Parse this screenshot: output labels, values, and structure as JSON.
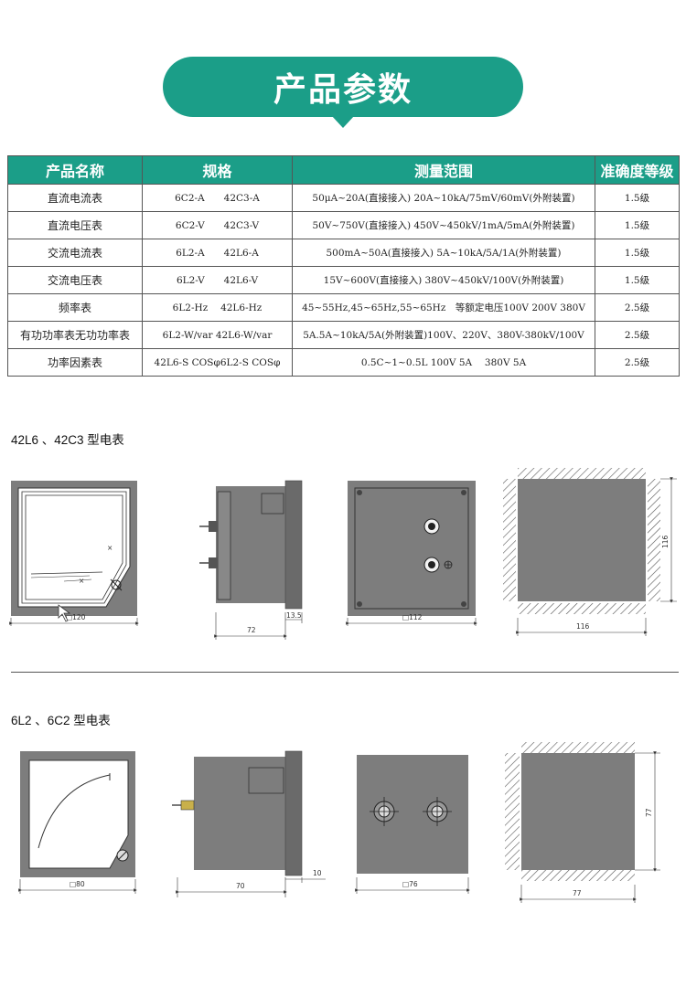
{
  "banner": {
    "title": "产品参数"
  },
  "table": {
    "headers": [
      "产品名称",
      "规格",
      "测量范围",
      "准确度等级"
    ],
    "rows": [
      [
        "直流电流表",
        "6C2-A　　42C3-A",
        "50μA~20A(直接接入) 20A~10kA/75mV/60mV(外附装置)",
        "1.5级"
      ],
      [
        "直流电压表",
        "6C2-V　　42C3-V",
        "50V~750V(直接接入) 450V~450kV/1mA/5mA(外附装置)",
        "1.5级"
      ],
      [
        "交流电流表",
        "6L2-A　　42L6-A",
        "500mA~50A(直接接入) 5A~10kA/5A/1A(外附装置)",
        "1.5级"
      ],
      [
        "交流电压表",
        "6L2-V　　42L6-V",
        "15V~600V(直接接入) 380V~450kV/100V(外附装置)",
        "1.5级"
      ],
      [
        "频率表",
        "6L2-Hz　 42L6-Hz",
        "45~55Hz,45~65Hz,55~65Hz　等额定电压100V 200V 380V",
        "2.5级"
      ],
      [
        "有功功率表无功功率表",
        "6L2-W/var 42L6-W/var",
        "5A.5A~10kA/5A(外附装置)100V、220V、380V-380kV/100V",
        "2.5级"
      ],
      [
        "功率因素表",
        "42L6-S COSφ6L2-S COSφ",
        "0.5C~1~0.5L 100V 5A　 380V 5A",
        "2.5级"
      ]
    ]
  },
  "section1": {
    "title": "42L6 、42C3 型电表",
    "dims": {
      "front": "□120",
      "side_depth": "72",
      "side_flange": "13.5",
      "back": "□112",
      "cutout_w": "116",
      "cutout_h": "116"
    }
  },
  "section2": {
    "title": "6L2 、6C2 型电表",
    "dims": {
      "front": "□80",
      "side_depth": "70",
      "side_flange": "10",
      "back": "□76",
      "cutout_w": "77",
      "cutout_h": "77"
    }
  },
  "colors": {
    "accent": "#1b9e88",
    "panel": "#7d7d7d",
    "panel_dark": "#6a6a6a"
  }
}
